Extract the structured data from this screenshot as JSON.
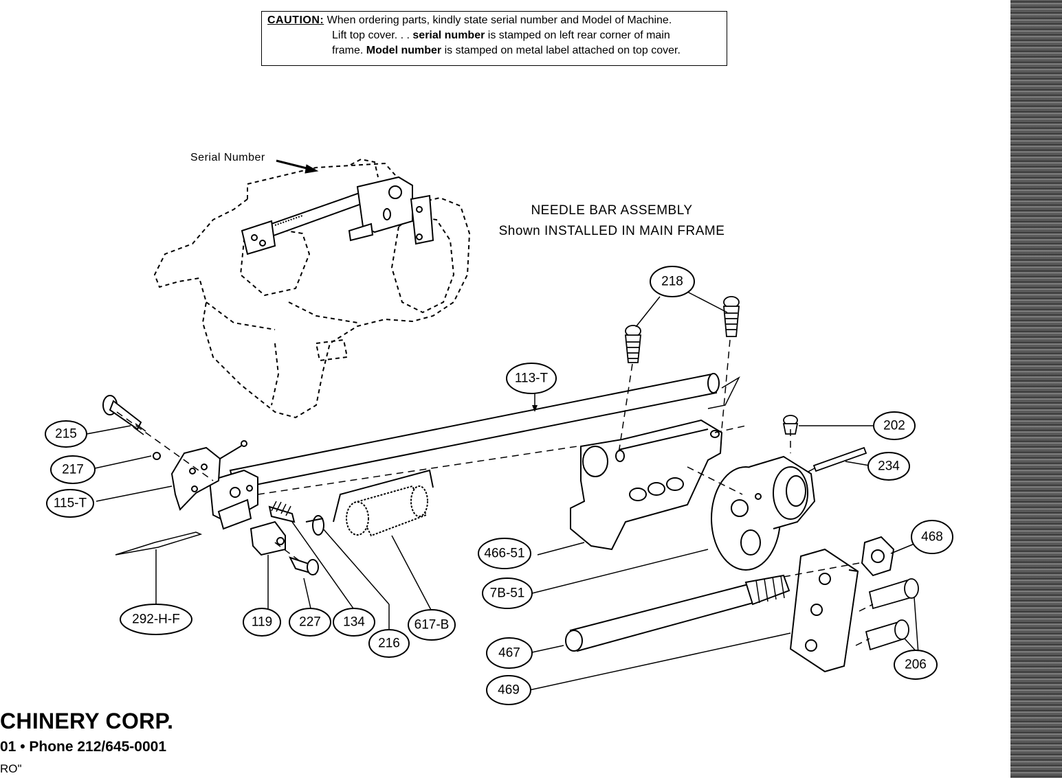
{
  "caution": {
    "label": "CAUTION:",
    "line1": "When ordering parts, kindly state serial number and Model of Machine.",
    "line2_a": "Lift top cover. . . ",
    "line2_b": "serial number",
    "line2_c": " is stamped on left rear corner of main",
    "line3_a": "frame. ",
    "line3_b": "Model number",
    "line3_c": " is stamped on metal label attached on top cover."
  },
  "diagram": {
    "title_line1": "NEEDLE BAR ASSEMBLY",
    "title_line2": "Shown INSTALLED IN MAIN FRAME",
    "serial_label": "Serial Number"
  },
  "callouts": [
    {
      "id": "c-218",
      "label": "218"
    },
    {
      "id": "c-113t",
      "label": "113-T"
    },
    {
      "id": "c-202",
      "label": "202"
    },
    {
      "id": "c-234",
      "label": "234"
    },
    {
      "id": "c-215",
      "label": "215"
    },
    {
      "id": "c-217",
      "label": "217"
    },
    {
      "id": "c-115t",
      "label": "115-T"
    },
    {
      "id": "c-468",
      "label": "468"
    },
    {
      "id": "c-46651",
      "label": "466-51"
    },
    {
      "id": "c-7b51",
      "label": "7B-51"
    },
    {
      "id": "c-292hf",
      "label": "292-H-F"
    },
    {
      "id": "c-119",
      "label": "119"
    },
    {
      "id": "c-227",
      "label": "227"
    },
    {
      "id": "c-134",
      "label": "134"
    },
    {
      "id": "c-617b",
      "label": "617-B"
    },
    {
      "id": "c-216",
      "label": "216"
    },
    {
      "id": "c-467",
      "label": "467"
    },
    {
      "id": "c-206",
      "label": "206"
    },
    {
      "id": "c-469",
      "label": "469"
    }
  ],
  "footer": {
    "company": "CHINERY CORP.",
    "phone": "01 • Phone 212/645-0001",
    "tag": "RO\""
  }
}
